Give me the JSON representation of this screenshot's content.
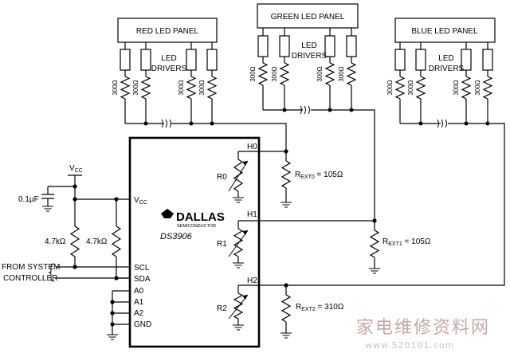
{
  "panels": {
    "red": "RED LED PANEL",
    "green": "GREEN LED PANEL",
    "blue": "BLUE LED PANEL"
  },
  "led_drivers": [
    "LED",
    "DRIVERS"
  ],
  "resistor_300": "300Ω",
  "chip": {
    "brand": "DALLAS",
    "brand_sub": "SEMICONDUCTOR",
    "part": "DS3906",
    "pins_left": [
      "V",
      "SCL",
      "SDA",
      "A0",
      "A1",
      "A2",
      "GND"
    ],
    "vcc_sub": "CC",
    "outputs": [
      "H0",
      "H1",
      "H2"
    ],
    "pots": [
      "R0",
      "R1",
      "R2"
    ]
  },
  "external": {
    "vcc_main": "V",
    "vcc_sub": "CC",
    "cap": "0.1µF",
    "pullup1": "4.7kΩ",
    "pullup2": "4.7kΩ",
    "from_system": "FROM SYSTEM",
    "controller": "CONTROLLER"
  },
  "rext": [
    {
      "main": "R",
      "sub": "EXT0",
      "value": " = 105Ω"
    },
    {
      "main": "R",
      "sub": "EXT1",
      "value": " = 105Ω"
    },
    {
      "main": "R",
      "sub": "EXT2",
      "value": " = 310Ω"
    }
  ],
  "watermark": {
    "cn": "家电维修资料网",
    "url": "www.520101.com"
  }
}
